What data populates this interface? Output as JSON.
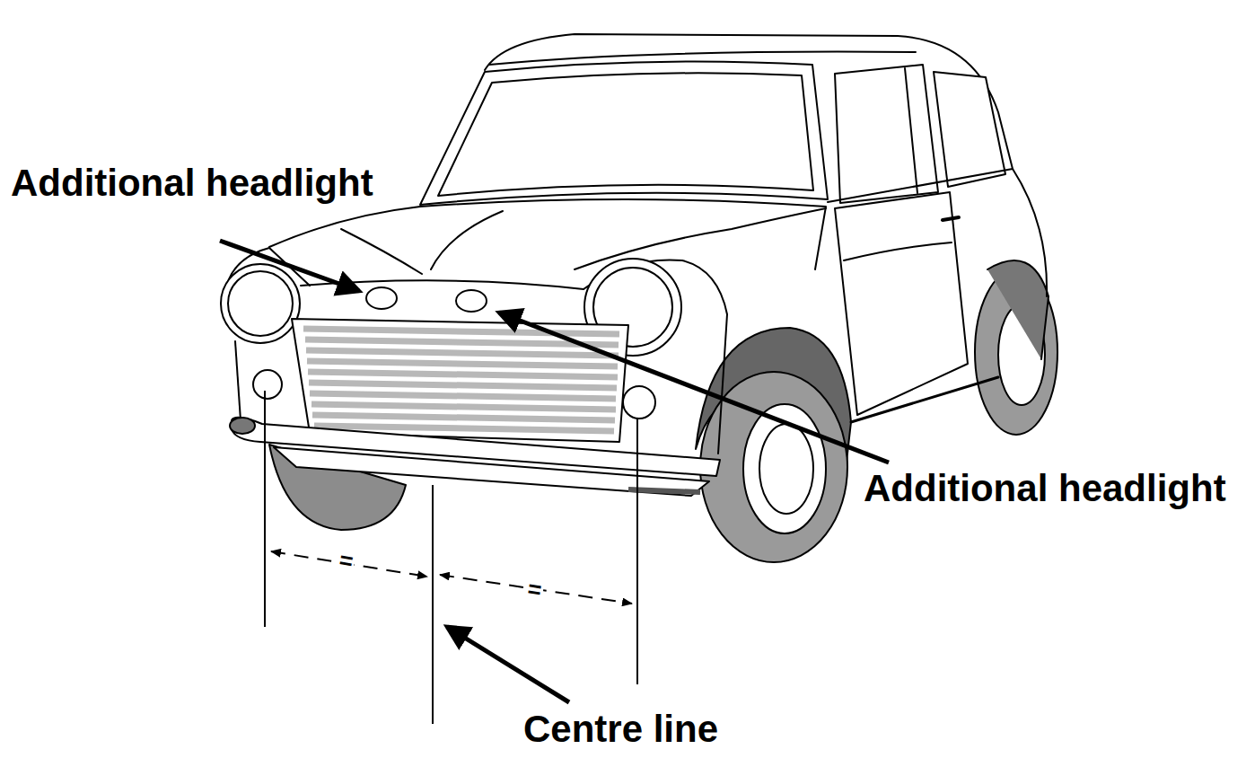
{
  "diagram": {
    "labels": [
      "Additional headlight",
      "Additional headlight",
      "Centre line",
      "=",
      "="
    ]
  }
}
